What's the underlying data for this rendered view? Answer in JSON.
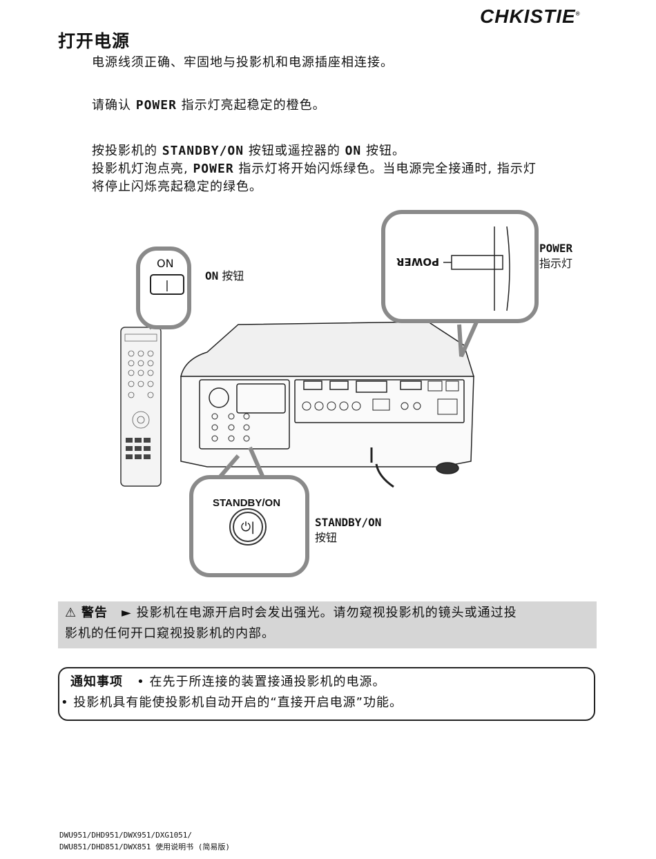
{
  "brand": "CHKISTIE",
  "brand_mark": "®",
  "page_title": "打开电源",
  "steps": {
    "s1": "电源线须正确、牢固地与投影机和电源插座相连接。",
    "s2_a": "请确认",
    "s2_kw": "POWER",
    "s2_b": "指示灯亮起稳定的橙色。",
    "s3_a": "按投影机的",
    "s3_kw1": "STANDBY/ON",
    "s3_b": "按钮或遥控器的",
    "s3_kw2": "ON",
    "s3_c": "按钮。",
    "s4_a": "投影机灯泡点亮,",
    "s4_kw": "POWER",
    "s4_b": "指示灯将开始闪烁绿色。当电源完全接通时, 指示灯",
    "s5": "将停止闪烁亮起稳定的绿色。"
  },
  "diagram": {
    "on_callout_label": "ON",
    "on_callout_button": "|",
    "on_label_kw": "ON",
    "on_label": "按钮",
    "power_mirrored_text": "POWER",
    "power_label_kw": "POWER",
    "power_label": "指示灯",
    "standby_callout_label": "STANDBY/ON",
    "standby_icon": "⏻|",
    "standby_label_kw": "STANDBY/ON",
    "standby_label": "按钮"
  },
  "warning": {
    "icon": "⚠",
    "title": "警告",
    "arrow": "►",
    "line1": "投影机在电源开启时会发出强光。请勿窥视投影机的镜头或通过投",
    "line2": "影机的任何开口窥视投影机的内部。"
  },
  "notice": {
    "title": "通知事项",
    "bullet1": "在先于所连接的装置接通投影机的电源。",
    "bullet2": "投影机具有能使投影机自动开启的“直接开启电源”功能。"
  },
  "footer": {
    "line1": "DWU951/DHD951/DWX951/DXG1051/",
    "line2": "DWU851/DHD851/DWX851 使用说明书 (简易版)"
  },
  "colors": {
    "callout_border": "#8a8a8a",
    "warning_bg": "#d6d6d6"
  }
}
